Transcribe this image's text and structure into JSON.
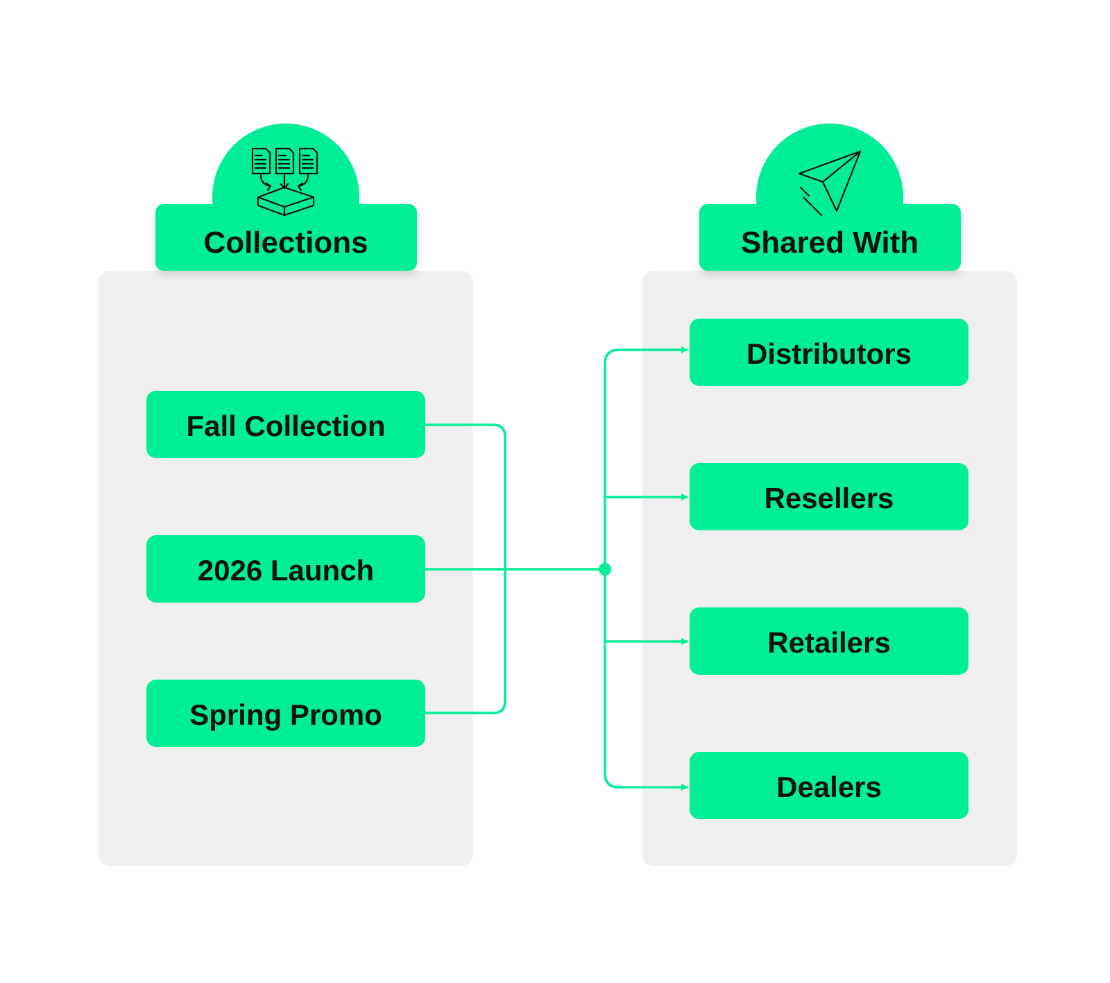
{
  "accent_color": "#00ee95",
  "panel_color": "#efefef",
  "text_color": "#111111",
  "left_panel": {
    "title": "Collections",
    "icon": "documents-to-box-icon",
    "items": [
      {
        "label": "Fall Collection"
      },
      {
        "label": "2026 Launch"
      },
      {
        "label": "Spring Promo"
      }
    ]
  },
  "right_panel": {
    "title": "Shared With",
    "icon": "paper-plane-icon",
    "items": [
      {
        "label": "Distributors"
      },
      {
        "label": "Resellers"
      },
      {
        "label": "Retailers"
      },
      {
        "label": "Dealers"
      }
    ]
  }
}
